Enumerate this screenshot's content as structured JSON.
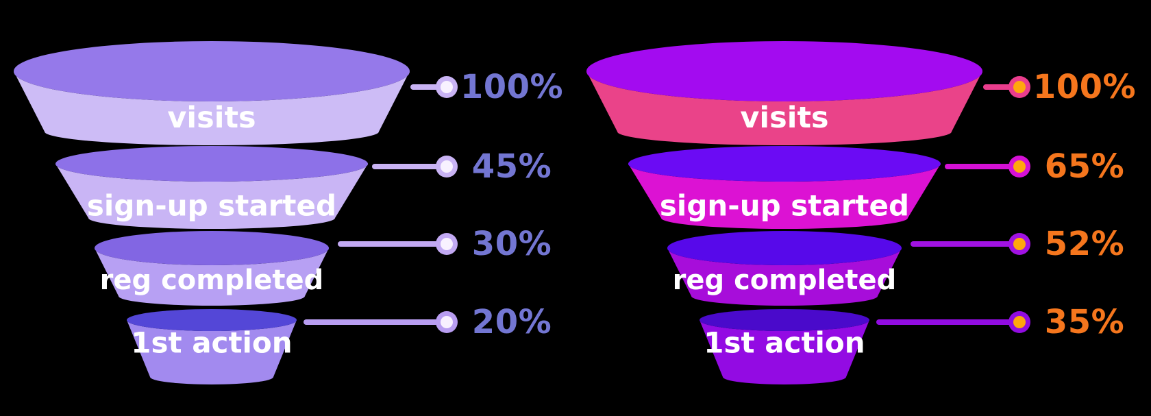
{
  "background_color": "#000000",
  "chart_data": [
    {
      "type": "funnel",
      "name": "lavender-funnel",
      "title": "",
      "legend_position": "right",
      "unit": "%",
      "categories": [
        "visits",
        "sign-up started",
        "reg completed",
        "1st action"
      ],
      "values": [
        100,
        45,
        30,
        20
      ],
      "percent_text_color": "#7376D2",
      "stage_label_color": "#FFFFFF",
      "stages": [
        {
          "category": "visits",
          "value": 100,
          "display": "100%",
          "top_color": "#9579EA",
          "body_color": "#CDBCF6",
          "leader_color": "#C9B3F4",
          "dot_core": "#F8F1FF"
        },
        {
          "category": "sign-up started",
          "value": 45,
          "display": "45%",
          "top_color": "#8D71E8",
          "body_color": "#C9B5F5",
          "leader_color": "#C9B3F4",
          "dot_core": "#F8F1FF"
        },
        {
          "category": "reg completed",
          "value": 30,
          "display": "30%",
          "top_color": "#8266E3",
          "body_color": "#B7A0F3",
          "leader_color": "#C2A9F3",
          "dot_core": "#F8F1FF"
        },
        {
          "category": "1st action",
          "value": 20,
          "display": "20%",
          "top_color": "#5447D7",
          "body_color": "#A28AEF",
          "leader_color": "#B89DF1",
          "dot_core": "#F8F1FF"
        }
      ]
    },
    {
      "type": "funnel",
      "name": "magenta-funnel",
      "title": "",
      "legend_position": "right",
      "unit": "%",
      "categories": [
        "visits",
        "sign-up started",
        "reg completed",
        "1st action"
      ],
      "values": [
        100,
        65,
        52,
        35
      ],
      "percent_text_color": "#F5761D",
      "stage_label_color": "#FFFFFF",
      "stages": [
        {
          "category": "visits",
          "value": 100,
          "display": "100%",
          "top_color": "#A30BF0",
          "body_color": "#EA4389",
          "leader_color": "#EA3D8D",
          "dot_core": "#FFA70D"
        },
        {
          "category": "sign-up started",
          "value": 65,
          "display": "65%",
          "top_color": "#6B0BF4",
          "body_color": "#DC12D3",
          "leader_color": "#D511D5",
          "dot_core": "#FFA70D"
        },
        {
          "category": "reg completed",
          "value": 52,
          "display": "52%",
          "top_color": "#5709EA",
          "body_color": "#A70DDA",
          "leader_color": "#A112E3",
          "dot_core": "#FFA70D"
        },
        {
          "category": "1st action",
          "value": 35,
          "display": "35%",
          "top_color": "#4A0ACB",
          "body_color": "#930BE3",
          "leader_color": "#910CE1",
          "dot_core": "#FFA70D"
        }
      ]
    }
  ]
}
